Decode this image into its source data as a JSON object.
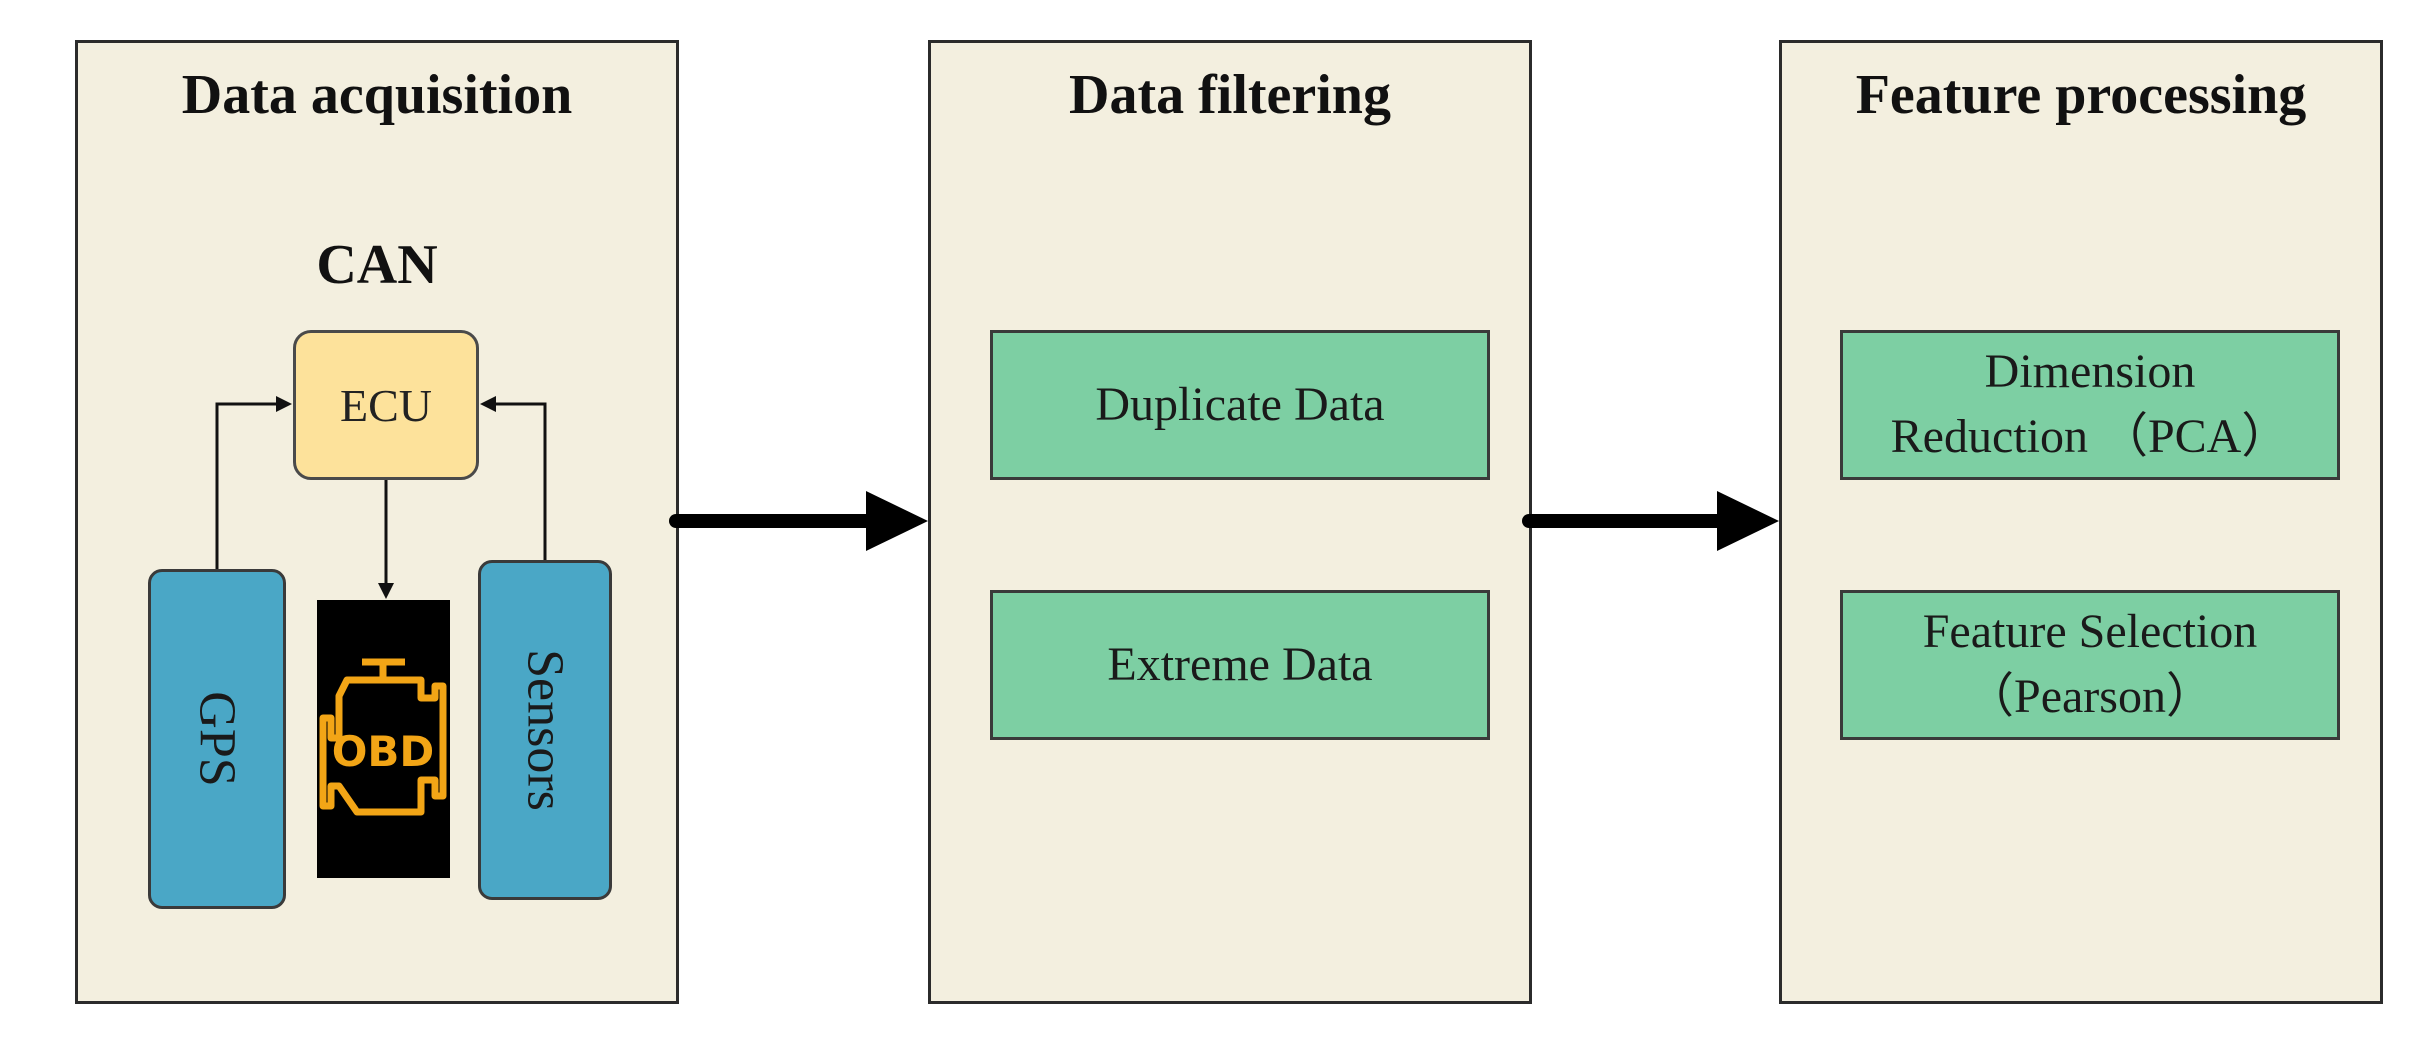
{
  "panels": {
    "acquisition": {
      "title": "Data acquisition",
      "bus_label": "CAN",
      "ecu_label": "ECU",
      "gps_label": "GPS",
      "sensors_label": "Sensors",
      "obd_label": "OBD"
    },
    "filtering": {
      "title": "Data filtering",
      "steps": [
        "Duplicate Data",
        "Extreme Data"
      ]
    },
    "processing": {
      "title": "Feature processing",
      "step1_line1": "Dimension",
      "step1_line2": "Reduction （PCA）",
      "step2_line1": "Feature Selection",
      "step2_line2": "（Pearson）"
    }
  },
  "colors": {
    "panel_bg": "#f3efdf",
    "step_green": "#7dcfa3",
    "ecu_yellow": "#fde29b",
    "device_blue": "#4aa7c6",
    "obd_orange": "#f2a516"
  }
}
